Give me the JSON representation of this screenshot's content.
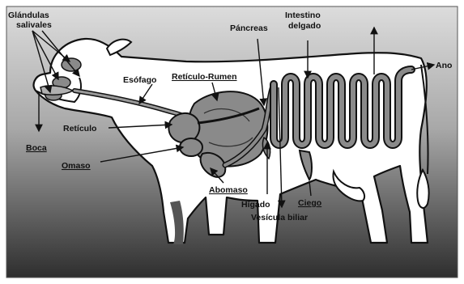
{
  "labels": {
    "glandulas_line1": "Glándulas",
    "glandulas_line2": "salivales",
    "pancreas": "Páncreas",
    "intestino_line1": "Intestino",
    "intestino_line2": "delgado",
    "ano": "Ano",
    "esofago": "Esófago",
    "reticulo_rumen": "Retículo-Rumen",
    "reticulo": "Retículo",
    "boca": "Boca",
    "omaso": "Omaso",
    "abomaso": "Abomaso",
    "higado": "Hígado",
    "ciego": "Ciego",
    "vesicula": "Vesícula biliar"
  },
  "colors": {
    "background_top": "#d8d8d8",
    "background_bottom": "#303030",
    "body_fill": "#ffffff",
    "organ_fill": "#8a8a8a",
    "line": "#1a1a1a"
  }
}
